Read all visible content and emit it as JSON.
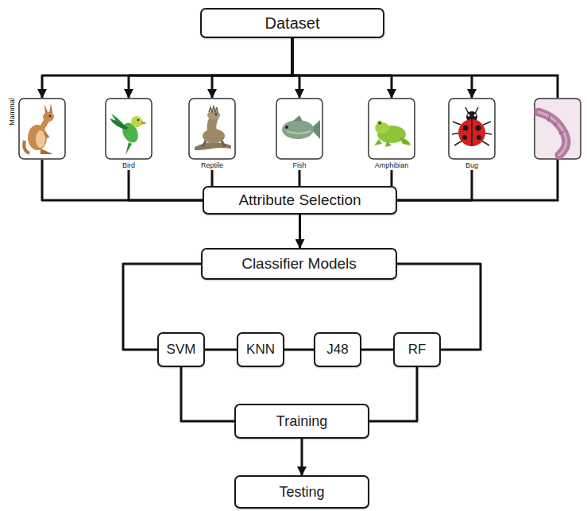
{
  "diagram": {
    "nodes": [
      {
        "text": [
          "Dataset"
        ]
      },
      {
        "text": [
          "Mammal"
        ]
      },
      {
        "text": [
          "Bird"
        ]
      },
      {
        "text": [
          "Reptile"
        ]
      },
      {
        "text": [
          "Fish"
        ]
      },
      {
        "text": [
          "Amphibian"
        ]
      },
      {
        "text": [
          "Bug"
        ]
      },
      {
        "text": [
          "Attribute Selection"
        ]
      },
      {
        "text": [
          "Classifier Models"
        ]
      },
      {
        "text": [
          "SVM"
        ]
      },
      {
        "text": [
          "KNN"
        ]
      },
      {
        "text": [
          "J48"
        ]
      },
      {
        "text": [
          "RF"
        ]
      },
      {
        "text": [
          "Training"
        ]
      },
      {
        "text": [
          "Testing"
        ]
      }
    ],
    "edges": [
      {
        "from": 0,
        "to": 1,
        "arrow": "to"
      },
      {
        "from": 0,
        "to": 2,
        "arrow": "to"
      },
      {
        "from": 0,
        "to": 3,
        "arrow": "to"
      },
      {
        "from": 0,
        "to": 4,
        "arrow": "to"
      },
      {
        "from": 0,
        "to": 5,
        "arrow": "to"
      },
      {
        "from": 0,
        "to": 6,
        "arrow": "to"
      },
      {
        "from": 1,
        "to": 7,
        "arrow": "none"
      },
      {
        "from": 2,
        "to": 7,
        "arrow": "none"
      },
      {
        "from": 3,
        "to": 7,
        "arrow": "none"
      },
      {
        "from": 4,
        "to": 7,
        "arrow": "none"
      },
      {
        "from": 5,
        "to": 7,
        "arrow": "none"
      },
      {
        "from": 6,
        "to": 7,
        "arrow": "none"
      },
      {
        "from": 7,
        "to": 8,
        "arrow": "to"
      },
      {
        "from": 8,
        "to": 9,
        "arrow": "none"
      },
      {
        "from": 8,
        "to": 12,
        "arrow": "none"
      },
      {
        "from": 9,
        "to": 10,
        "arrow": "none"
      },
      {
        "from": 10,
        "to": 11,
        "arrow": "none"
      },
      {
        "from": 11,
        "to": 12,
        "arrow": "none"
      },
      {
        "from": 9,
        "to": 13,
        "arrow": "none"
      },
      {
        "from": 12,
        "to": 13,
        "arrow": "none"
      },
      {
        "from": 13,
        "to": 14,
        "arrow": "to"
      }
    ]
  }
}
